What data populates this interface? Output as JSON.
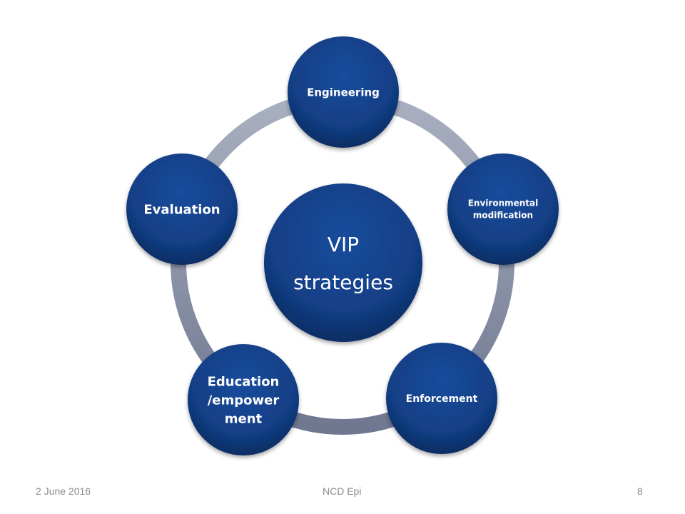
{
  "diagram": {
    "center": {
      "lines": [
        "VIP",
        "strategies"
      ]
    },
    "nodes": [
      {
        "id": "engineering",
        "lines": [
          "Engineering"
        ]
      },
      {
        "id": "environmental-modification",
        "lines": [
          "Environmental",
          "modification"
        ]
      },
      {
        "id": "enforcement",
        "lines": [
          "Enforcement"
        ]
      },
      {
        "id": "education-empowerment",
        "lines": [
          "Education",
          "/empower",
          "ment"
        ]
      },
      {
        "id": "evaluation",
        "lines": [
          "Evaluation"
        ]
      }
    ],
    "colors": {
      "node_fill": "#123f86",
      "node_fill_dark": "#0d2d63",
      "ring": "#9aa3b5",
      "ring_dark": "#6f7890",
      "text": "#ffffff"
    }
  },
  "footer": {
    "date": "2 June 2016",
    "center": "NCD Epi",
    "page": "8"
  }
}
